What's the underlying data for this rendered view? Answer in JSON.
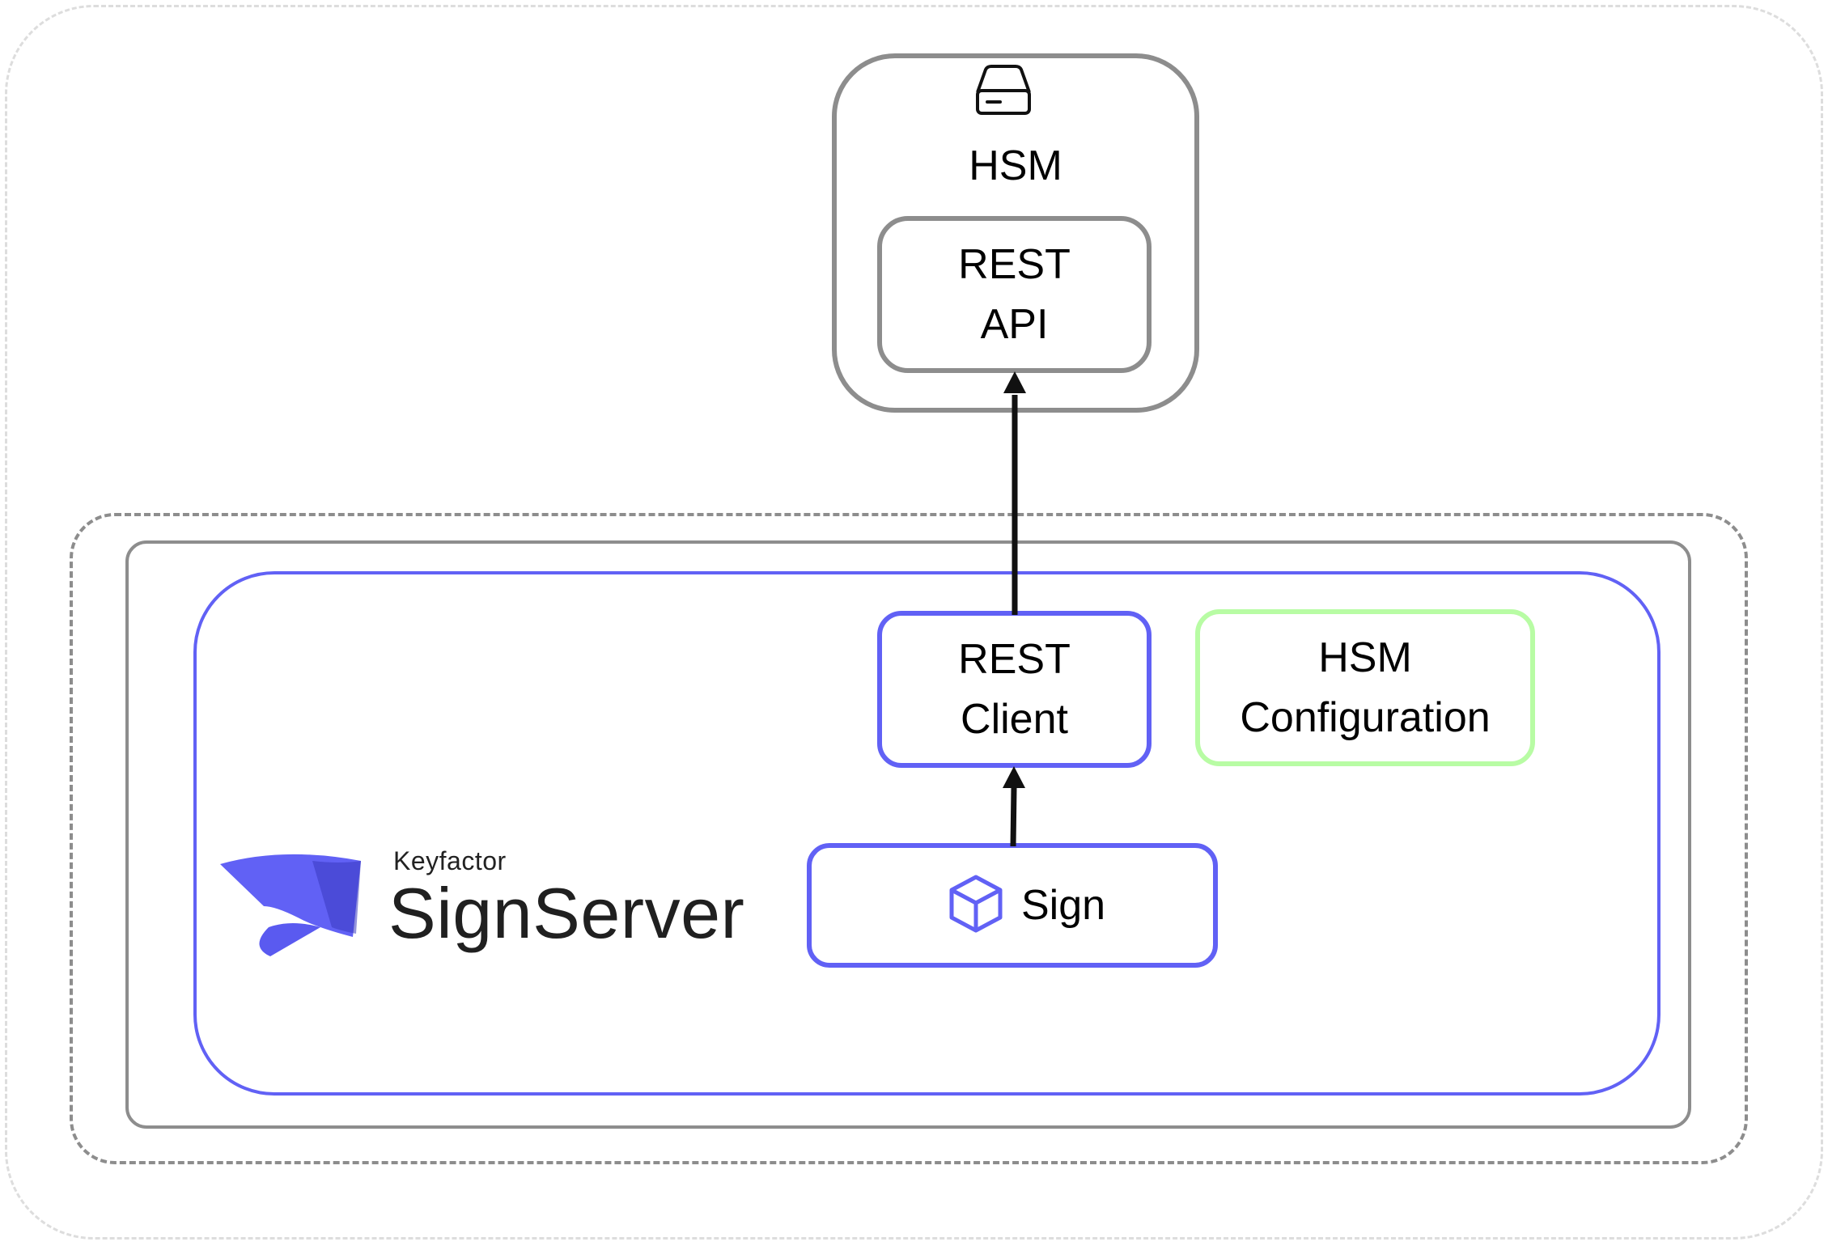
{
  "nodes": {
    "hsm": {
      "title": "HSM",
      "icon": "hard-drive-icon"
    },
    "rest_api": {
      "line1": "REST",
      "line2": "API"
    },
    "rest_client": {
      "line1": "REST",
      "line2": "Client"
    },
    "hsm_configuration": {
      "line1": "HSM",
      "line2": "Configuration"
    },
    "sign": {
      "label": "Sign",
      "icon": "cube-icon"
    }
  },
  "logo": {
    "brand": "Keyfactor",
    "product": "SignServer",
    "icon": "signserver-logo-icon"
  },
  "colors": {
    "grey_border": "#8d8d8d",
    "signserver_blue": "#6161f5",
    "config_green": "#b8fca4",
    "outer_dashed": "#dddddd",
    "arrow": "#111111"
  },
  "edges": [
    {
      "from": "sign",
      "to": "rest_client"
    },
    {
      "from": "rest_client",
      "to": "rest_api"
    }
  ]
}
